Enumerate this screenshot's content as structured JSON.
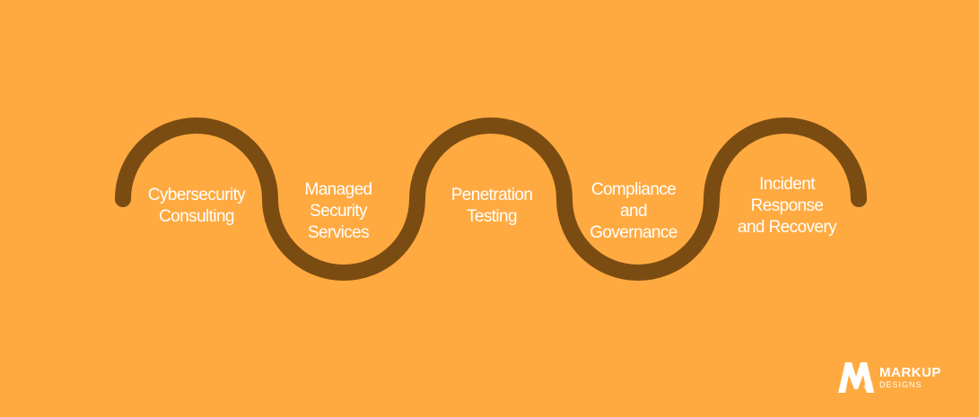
{
  "colors": {
    "background": "#FFAA40",
    "wave": "#7B4C12",
    "text": "#FFFFFF"
  },
  "steps": [
    {
      "label": "Cybersecurity\nConsulting"
    },
    {
      "label": "Managed\nSecurity\nServices"
    },
    {
      "label": "Penetration\nTesting"
    },
    {
      "label": "Compliance\nand\nGovernance"
    },
    {
      "label": "Incident\nResponse\nand Recovery"
    }
  ],
  "logo": {
    "icon": "markup-m-logo-icon",
    "name": "MARKUP",
    "sub": "DESIGNS"
  }
}
